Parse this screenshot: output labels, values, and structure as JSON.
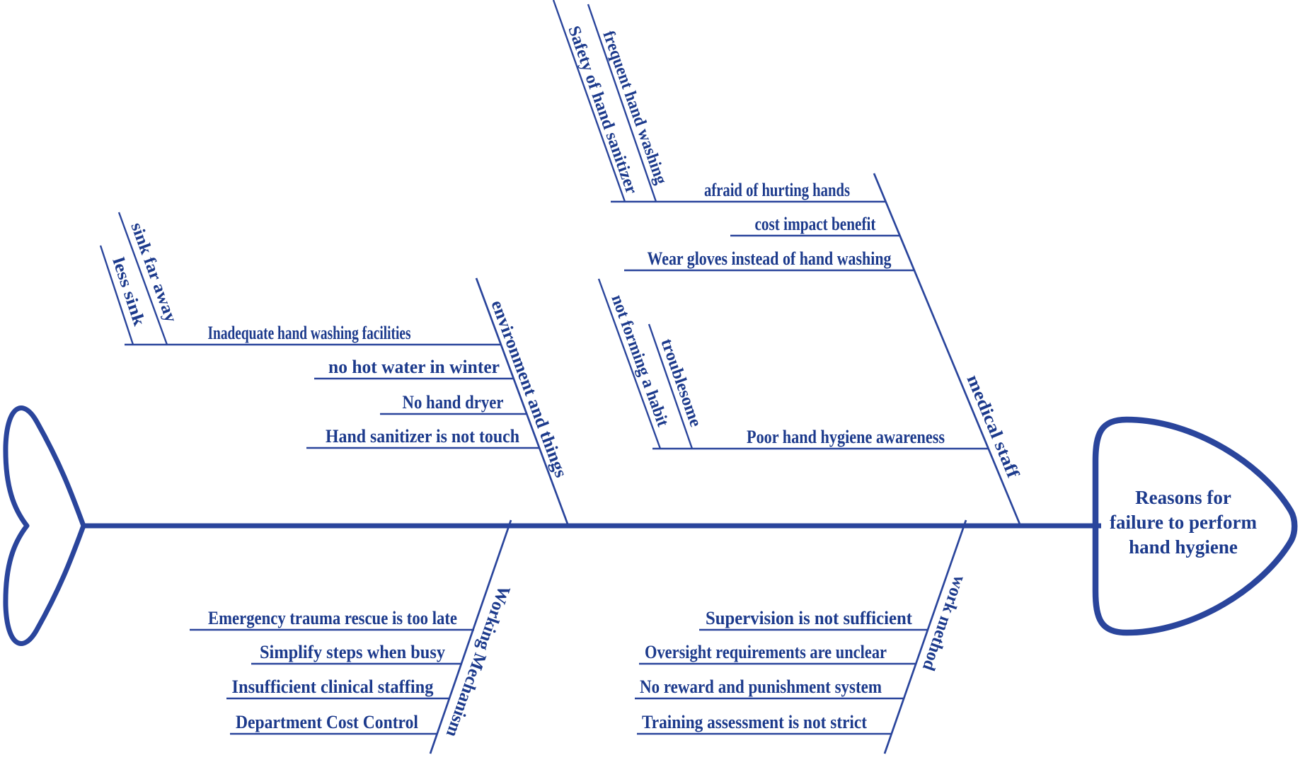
{
  "title": "Reasons for failure to perform hand hygiene",
  "diagram_type": "fishbone",
  "colors": {
    "background": "#ffffff",
    "line": "#2a459c",
    "text": "#1c3a8c"
  },
  "head": {
    "lines": [
      "Reasons for",
      "failure to perform",
      "hand hygiene"
    ]
  },
  "bones": [
    {
      "id": "environment-and-things",
      "label": "environment and things",
      "position": "top-left",
      "causes": [
        {
          "label": "Inadequate hand washing facilities",
          "sub_causes": [
            "sink far away",
            "less sink"
          ]
        },
        {
          "label": "no hot water in winter",
          "sub_causes": []
        },
        {
          "label": "No hand dryer",
          "sub_causes": []
        },
        {
          "label": "Hand sanitizer is not touch",
          "sub_causes": []
        }
      ]
    },
    {
      "id": "medical-staff",
      "label": "medical staff",
      "position": "top-right",
      "causes": [
        {
          "label": "afraid of hurting hands",
          "sub_causes": [
            "Safety of hand sanitizer",
            "frequent hand washing"
          ]
        },
        {
          "label": "cost impact benefit",
          "sub_causes": []
        },
        {
          "label": "Wear gloves instead of hand washing",
          "sub_causes": []
        },
        {
          "label": "Poor hand hygiene awareness",
          "sub_causes": [
            "not forming a habit",
            "troublesome"
          ]
        }
      ]
    },
    {
      "id": "working-mechanism",
      "label": "Working Mechanism",
      "position": "bottom-left",
      "causes": [
        {
          "label": "Emergency trauma rescue is too late",
          "sub_causes": []
        },
        {
          "label": "Simplify steps when busy",
          "sub_causes": []
        },
        {
          "label": "Insufficient clinical staffing",
          "sub_causes": []
        },
        {
          "label": "Department Cost Control",
          "sub_causes": []
        }
      ]
    },
    {
      "id": "work-method",
      "label": "work method",
      "position": "bottom-right",
      "causes": [
        {
          "label": "Supervision is not sufficient",
          "sub_causes": []
        },
        {
          "label": "Oversight requirements are unclear",
          "sub_causes": []
        },
        {
          "label": "No reward and punishment system",
          "sub_causes": []
        },
        {
          "label": "Training assessment is not strict",
          "sub_causes": []
        }
      ]
    }
  ]
}
